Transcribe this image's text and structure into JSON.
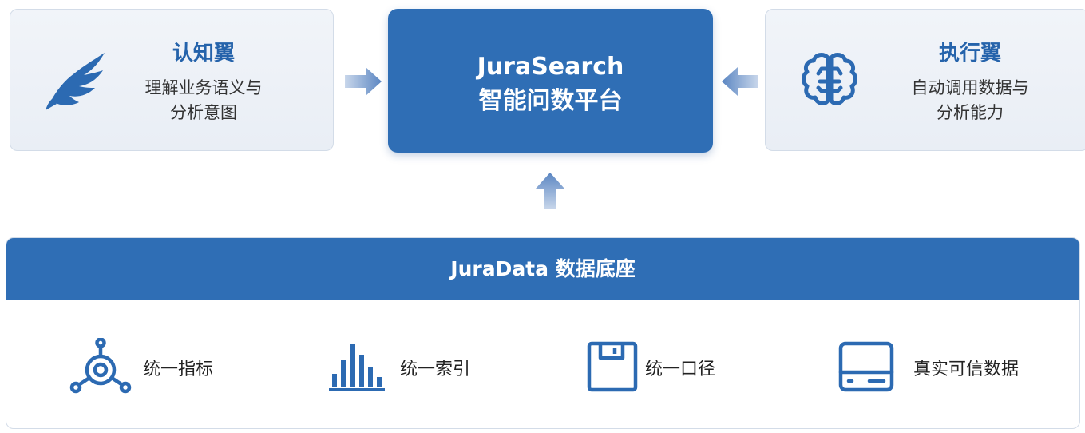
{
  "left_wing": {
    "title": "认知翼",
    "description": "理解业务语义与\n分析意图",
    "icon": "wing-icon"
  },
  "core": {
    "line1": "JuraSearch",
    "line2": "智能问数平台"
  },
  "right_wing": {
    "title": "执行翼",
    "description": "自动调用数据与\n分析能力",
    "icon": "brain-icon"
  },
  "foundation": {
    "title": "JuraData 数据底座",
    "features": [
      {
        "label": "统一指标",
        "icon": "metrics-hub-icon"
      },
      {
        "label": "统一索引",
        "icon": "bar-index-icon"
      },
      {
        "label": "统一口径",
        "icon": "floppy-disk-icon"
      },
      {
        "label": "真实可信数据",
        "icon": "storage-drive-icon"
      }
    ]
  },
  "colors": {
    "primary": "#2f6eb5",
    "accent_text": "#2563ab",
    "card_bg": "#eef2f7",
    "arrow": "#6f94c8"
  }
}
